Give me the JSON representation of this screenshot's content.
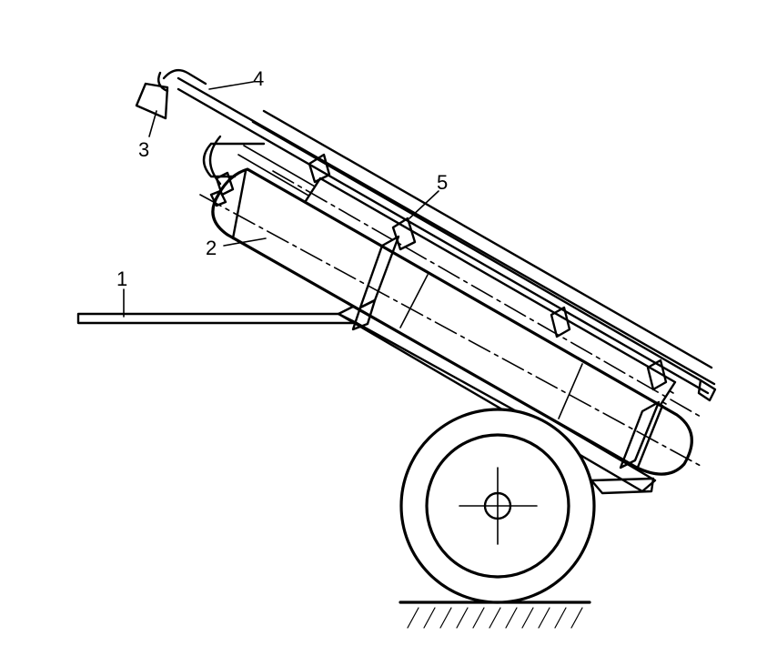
{
  "figure": {
    "callouts": [
      {
        "id": "1",
        "label": "1"
      },
      {
        "id": "2",
        "label": "2"
      },
      {
        "id": "3",
        "label": "3"
      },
      {
        "id": "4",
        "label": "4"
      },
      {
        "id": "5",
        "label": "5"
      }
    ],
    "colors": {
      "ink": "#000000",
      "background": "#ffffff"
    }
  }
}
